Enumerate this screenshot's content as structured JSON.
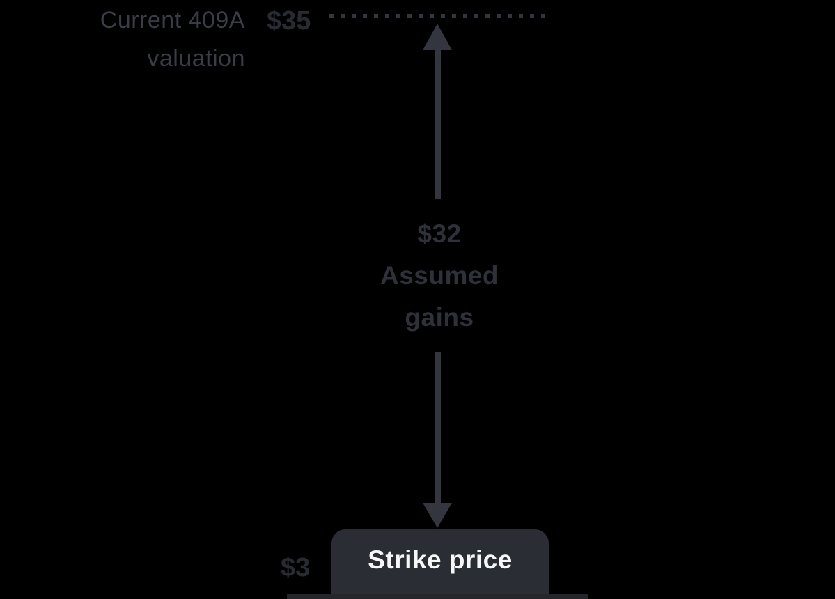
{
  "colors": {
    "background": "#000000",
    "label_gray": "#3a3d45",
    "value_dark": "#282b32",
    "mid_text": "#2e313a",
    "arrow": "#33363e",
    "box_background": "#2a2d34",
    "box_text": "#f7f7f8",
    "baseline": "#24262c"
  },
  "diagram": {
    "top": {
      "label_line1": "Current 409A",
      "label_line2": "valuation",
      "value": "$35"
    },
    "middle": {
      "value": "$32",
      "label_line1": "Assumed",
      "label_line2": "gains"
    },
    "bottom": {
      "value": "$3",
      "box_label": "Strike price"
    }
  },
  "chart_data": {
    "type": "diagram",
    "title": "",
    "values": {
      "current_409a_valuation": 35,
      "strike_price": 3,
      "assumed_gains": 32
    },
    "annotations": [
      "Current 409A valuation $35 marked by dotted line at top",
      "Double-headed vertical arrow between dotted line and strike price box labeled $32 Assumed gains",
      "Strike price box at $3 sitting on baseline"
    ]
  }
}
